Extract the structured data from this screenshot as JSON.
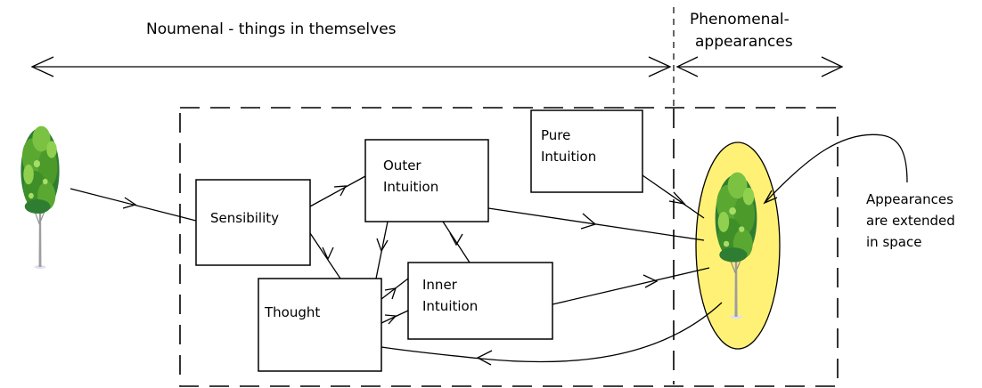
{
  "header": {
    "noumenal": "Noumenal - things in themselves",
    "phenomenal_line1": "Phenomenal-",
    "phenomenal_line2": "appearances"
  },
  "boxes": {
    "sensibility": "Sensibility",
    "outer_line1": "Outer",
    "outer_line2": "Intuition",
    "pure_line1": "Pure",
    "pure_line2": "Intuition",
    "inner_line1": "Inner",
    "inner_line2": "Intuition",
    "thought": "Thought"
  },
  "annotation": {
    "line1": "Appearances",
    "line2": "are extended",
    "line3": "in space"
  },
  "colors": {
    "ellipse_fill": "#fff176",
    "leaf_dark": "#2e7d32",
    "leaf_light": "#7cc242",
    "trunk": "#9e9e9e"
  },
  "icons": [
    "tree-icon",
    "tree-icon"
  ]
}
